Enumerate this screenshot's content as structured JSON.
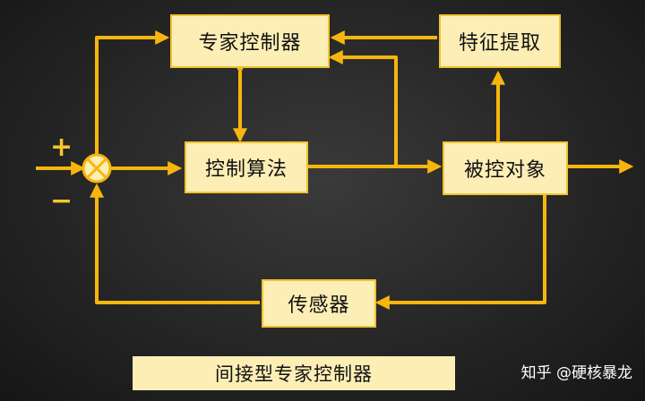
{
  "colors": {
    "line": "#f6b60e",
    "box_fill": "#fdeeb5",
    "box_border": "#f1c232",
    "background": "#262626"
  },
  "blocks": {
    "expert_controller": "专家控制器",
    "feature_extraction": "特征提取",
    "control_algorithm": "控制算法",
    "plant": "被控对象",
    "sensor": "传感器"
  },
  "summing_junction": {
    "plus": "+",
    "minus": "−"
  },
  "caption": "间接型专家控制器",
  "watermark": "知乎 @硬核暴龙"
}
